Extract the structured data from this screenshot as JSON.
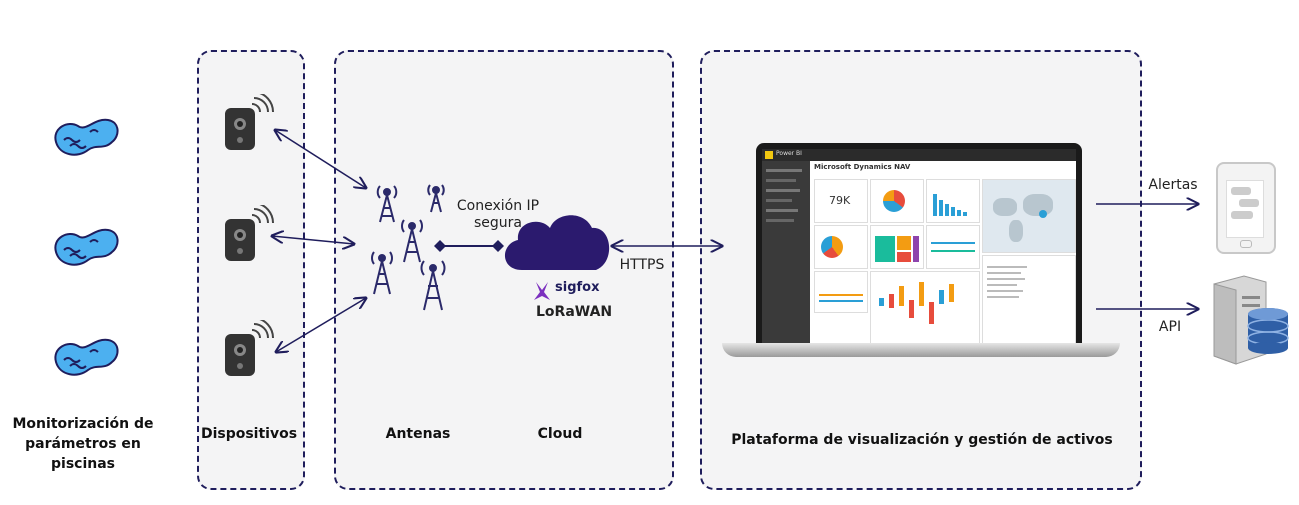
{
  "labels": {
    "monitoring": "Monitorización de parámetros en piscinas",
    "devices": "Dispositivos",
    "antennas": "Antenas",
    "cloud": "Cloud",
    "platform": "Plataforma de visualización y gestión de activos",
    "connection": "Conexión IP segura",
    "https": "HTTPS",
    "alerts": "Alertas",
    "api": "API"
  },
  "logos": {
    "sigfox": "sigfox",
    "lorawan": "LoRaWAN"
  },
  "dashboard": {
    "app_name": "Power BI",
    "title": "Microsoft Dynamics NAV",
    "kpi_value": "79K"
  },
  "colors": {
    "border": "#1f1d5c",
    "arrow": "#1f1d5c",
    "cloud": "#2b1a6e",
    "water": "#3aa0e8",
    "antenna": "#2b2a6a"
  }
}
